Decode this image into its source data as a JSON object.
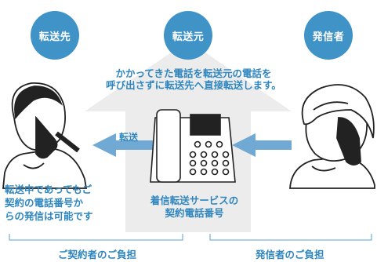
{
  "nodes": {
    "destination": "転送先",
    "origin": "転送元",
    "caller": "発信者"
  },
  "description": {
    "line1": "かかってきた電話を転送元の電話を",
    "line2": "呼び出さずに転送先へ直接転送します。"
  },
  "transfer_label": "転送",
  "note": {
    "line1": "転送中であってもご",
    "line2": "契約の電話番号か",
    "line3": "らの発信は可能です"
  },
  "service": {
    "line1": "着信転送サービスの",
    "line2": "契約電話番号"
  },
  "burden": {
    "left": "ご契約者のご負担",
    "right": "発信者のご負担"
  },
  "colors": {
    "accent": "#3f93c6",
    "text": "#2f86bf",
    "arrow": "#6fa9d4",
    "up_arrow": "#ececec"
  }
}
